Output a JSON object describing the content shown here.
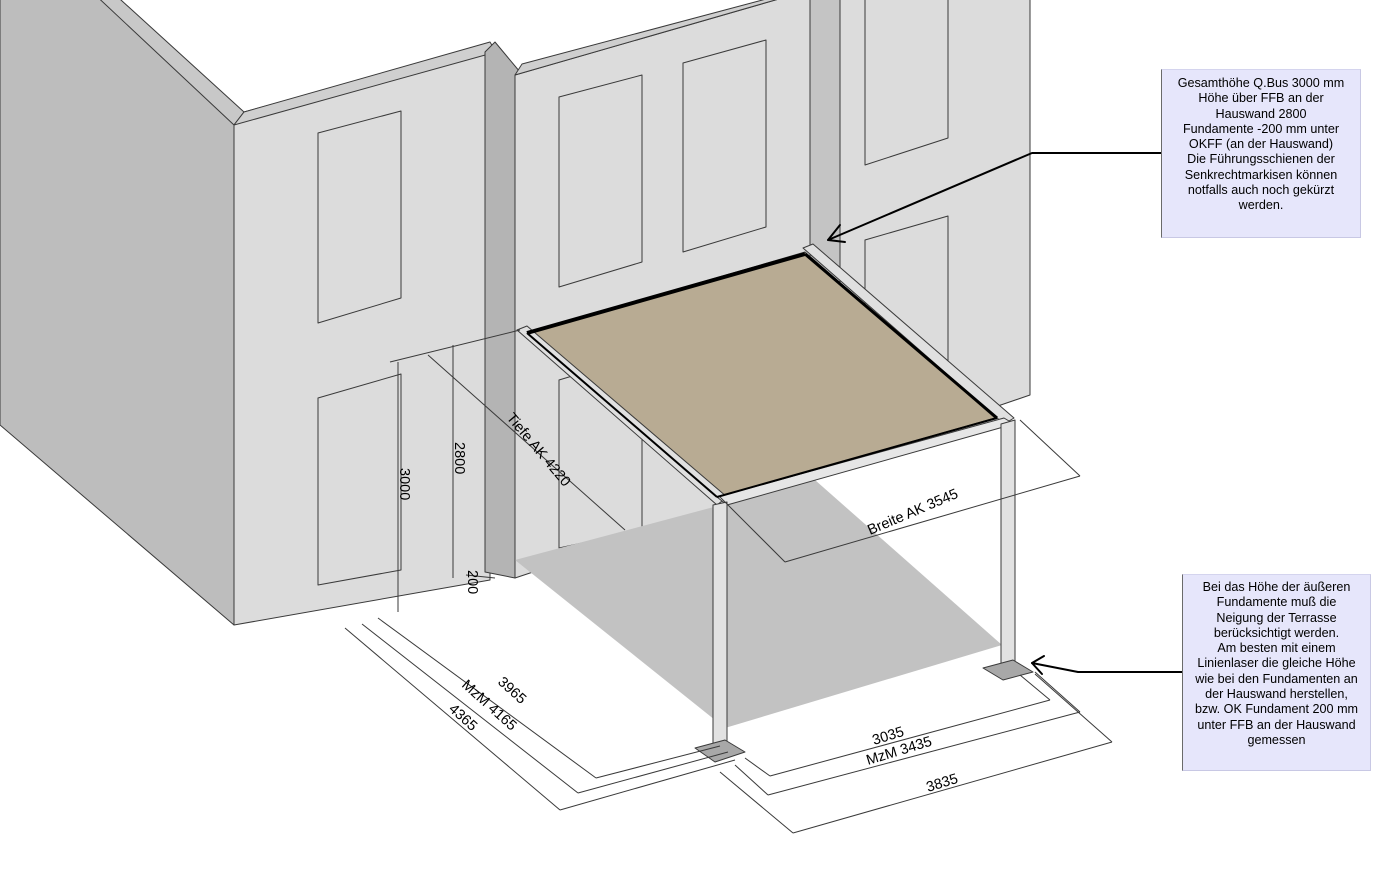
{
  "notes": {
    "top": {
      "lines": [
        "Gesamthöhe Q.Bus 3000 mm",
        "Höhe über FFB an der",
        "Hauswand 2800",
        "Fundamente -200 mm unter",
        "OKFF (an der Hauswand)",
        "Die Führungsschienen der",
        "Senkrechtmarkisen können",
        "notfalls auch noch gekürzt",
        "werden."
      ]
    },
    "bottom": {
      "lines": [
        "Bei das Höhe der äußeren",
        "Fundamente muß die",
        "Neigung der Terrasse",
        "berücksichtigt werden.",
        "Am besten mit einem",
        "Linienlaser die gleiche Höhe",
        "wie bei den Fundamenten an",
        "der Hauswand herstellen,",
        "bzw. OK Fundament 200 mm",
        "unter FFB an der Hauswand",
        "gemessen"
      ]
    }
  },
  "dimensions": {
    "height_total": "3000",
    "height_ffb": "2800",
    "foundation": "200",
    "depth": "Tiefe AK 4220",
    "width": "Breite AK 3545",
    "side_inner": "3965",
    "side_mzm": "MzM 4165",
    "side_outer": "4365",
    "front_inner": "3035",
    "front_mzm": "MzM 3435",
    "front_outer": "3835"
  },
  "colors": {
    "wall_front": "#dcdcdc",
    "wall_side": "#bdbdbd",
    "roof_fabric": "#b8ab93",
    "shadow": "#c2c2c2",
    "note_bg": "#e6e6fb"
  }
}
